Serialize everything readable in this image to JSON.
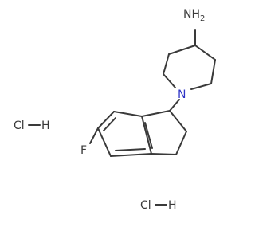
{
  "molecule": {
    "labels": {
      "amine": "NH",
      "amine_subscript": "2",
      "piperidine_nitrogen": "N",
      "fluorine": "F"
    },
    "counterions": [
      {
        "acid": "Cl",
        "hydrogen": "H"
      },
      {
        "acid": "Cl",
        "hydrogen": "H"
      }
    ]
  },
  "colors": {
    "bond": "#3a3a3a",
    "nitrogen": "#2f35c7",
    "text": "#3a3a3a",
    "background": "#ffffff"
  }
}
